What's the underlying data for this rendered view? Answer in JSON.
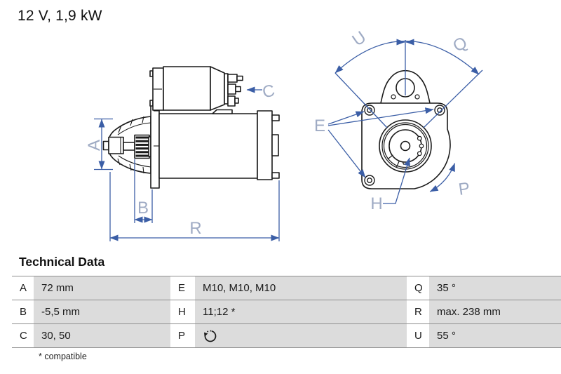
{
  "title": "12 V, 1,9 kW",
  "diagram": {
    "description": "starter motor technical drawing, side view and front view",
    "labels": {
      "a": "A",
      "b": "B",
      "c": "C",
      "r": "R",
      "e": "E",
      "h": "H",
      "p": "P",
      "q": "Q",
      "u": "U"
    }
  },
  "table": {
    "heading": "Technical Data",
    "rows": [
      [
        {
          "key": "A",
          "value": "72 mm"
        },
        {
          "key": "E",
          "value": "M10, M10, M10"
        },
        {
          "key": "Q",
          "value": "35 °"
        }
      ],
      [
        {
          "key": "B",
          "value": "-5,5 mm"
        },
        {
          "key": "H",
          "value": "11;12 *"
        },
        {
          "key": "R",
          "value": "max. 238 mm"
        }
      ],
      [
        {
          "key": "C",
          "value": "30, 50"
        },
        {
          "key": "P",
          "value": "",
          "icon": "rotation-direction-icon"
        },
        {
          "key": "U",
          "value": "55 °"
        }
      ]
    ],
    "footnote": "* compatible"
  },
  "colors": {
    "dimension_line_blue": "#3b5ea6",
    "dimension_label_blue": "#9fabc4",
    "table_cell_gray": "#dcdcdc",
    "table_line_gray": "#8e8e8e",
    "outline_black": "#1a1a1a"
  }
}
